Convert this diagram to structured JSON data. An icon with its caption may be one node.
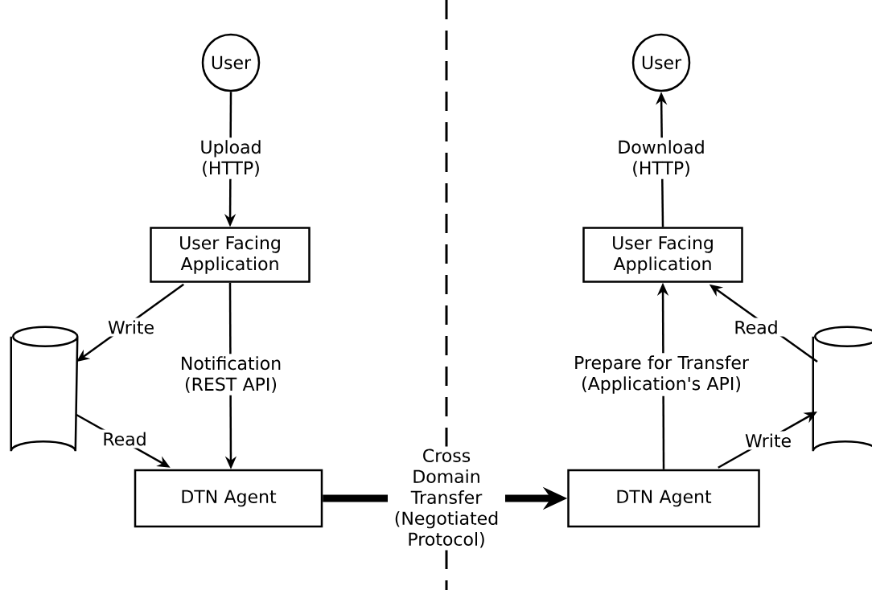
{
  "diagram": {
    "nodes": [
      {
        "text": [
          "User"
        ]
      },
      {
        "text": [
          "User Facing Application"
        ]
      },
      {
        "text": [],
        "shape": "cylinder"
      },
      {
        "text": [
          "DTN Agent"
        ]
      },
      {
        "text": [
          "User"
        ]
      },
      {
        "text": [
          "User Facing Application"
        ]
      },
      {
        "text": [],
        "shape": "cylinder"
      },
      {
        "text": [
          "DTN Agent"
        ]
      }
    ],
    "edges": [
      {
        "from": 0,
        "to": 1,
        "arrow": "to",
        "label": "Upload (HTTP)"
      },
      {
        "from": 1,
        "to": 2,
        "arrow": "to",
        "label": "Write"
      },
      {
        "from": 1,
        "to": 3,
        "arrow": "to",
        "label": "Notification (REST API)"
      },
      {
        "from": 2,
        "to": 3,
        "arrow": "to",
        "label": "Read"
      },
      {
        "from": 3,
        "to": 7,
        "arrow": "to",
        "label": "Cross Domain Transfer (Negotiated Protocol)",
        "style": "thick"
      },
      {
        "from": 5,
        "to": 4,
        "arrow": "to",
        "label": "Download (HTTP)"
      },
      {
        "from": 7,
        "to": 5,
        "arrow": "to",
        "label": "Prepare for Transfer (Application's API)"
      },
      {
        "from": 6,
        "to": 5,
        "arrow": "to",
        "label": "Read"
      },
      {
        "from": 7,
        "to": 6,
        "arrow": "to",
        "label": "Write"
      }
    ]
  }
}
